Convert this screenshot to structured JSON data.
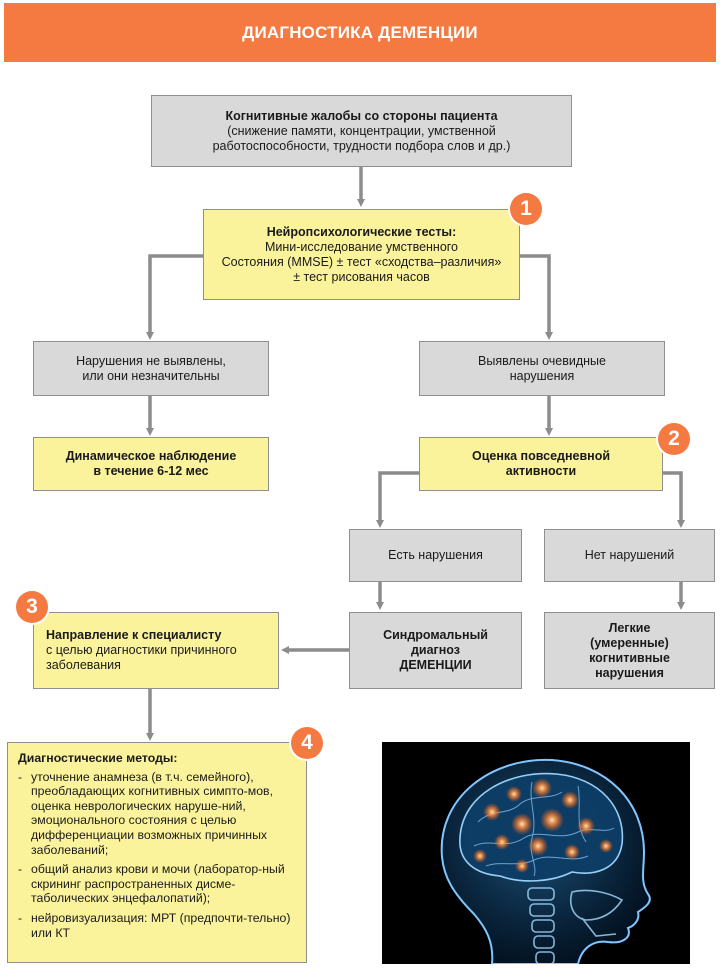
{
  "header": {
    "title": "ДИАГНОСТИКА ДЕМЕНЦИИ"
  },
  "colors": {
    "accent": "#f47a41",
    "gray_box": "#d9d9d9",
    "yellow_box": "#fbf39c",
    "arrow": "#8c8c8c"
  },
  "complaints": {
    "title": "Когнитивные жалобы со стороны пациента",
    "line1": "(снижение памяти, концентрации, умственной",
    "line2": "работоспособности, трудности подбора слов и др.)"
  },
  "tests": {
    "badge": "1",
    "title": "Нейропсихологические тесты:",
    "line1": "Мини-исследование умственного",
    "line2": "Состояния (MMSE) ± тест «сходства–различия»",
    "line3": "± тест рисования часов"
  },
  "no_violations": {
    "line1": "Нарушения не выявлены,",
    "line2": "или они незначительны"
  },
  "obvious_violations": {
    "line1": "Выявлены очевидные",
    "line2": "нарушения"
  },
  "observation": {
    "line1": "Динамическое наблюдение",
    "line2": "в течение 6-12 мес"
  },
  "daily_activity": {
    "badge": "2",
    "line1": "Оценка повседневной",
    "line2": "активности"
  },
  "has_violations": {
    "label": "Есть нарушения"
  },
  "no_impairment": {
    "label": "Нет нарушений"
  },
  "referral": {
    "badge": "3",
    "title": "Направление к специалисту",
    "line1": "с целью диагностики причинного",
    "line2": "заболевания"
  },
  "syndromic": {
    "line1": "Синдромальный",
    "line2": "диагноз",
    "line3": "ДЕМЕНЦИИ"
  },
  "mild": {
    "line1": "Легкие",
    "line2": "(умеренные)",
    "line3": "когнитивные",
    "line4": "нарушения"
  },
  "methods": {
    "badge": "4",
    "title": "Диагностические методы:",
    "items": [
      "уточнение анамнеза (в т.ч. семейного), преобладающих когнитивных симпто-мов, оценка неврологических наруше-ний, эмоционального состояния с целью дифференциации возможных причинных заболеваний;",
      "общий анализ крови и мочи (лаборатор-ный скрининг распространенных дисме-таболических энцефалопатий);",
      "нейровизуализация: МРТ (предпочти-тельно) или КТ"
    ]
  },
  "image": {
    "icon": "brain-xray-illustration"
  }
}
